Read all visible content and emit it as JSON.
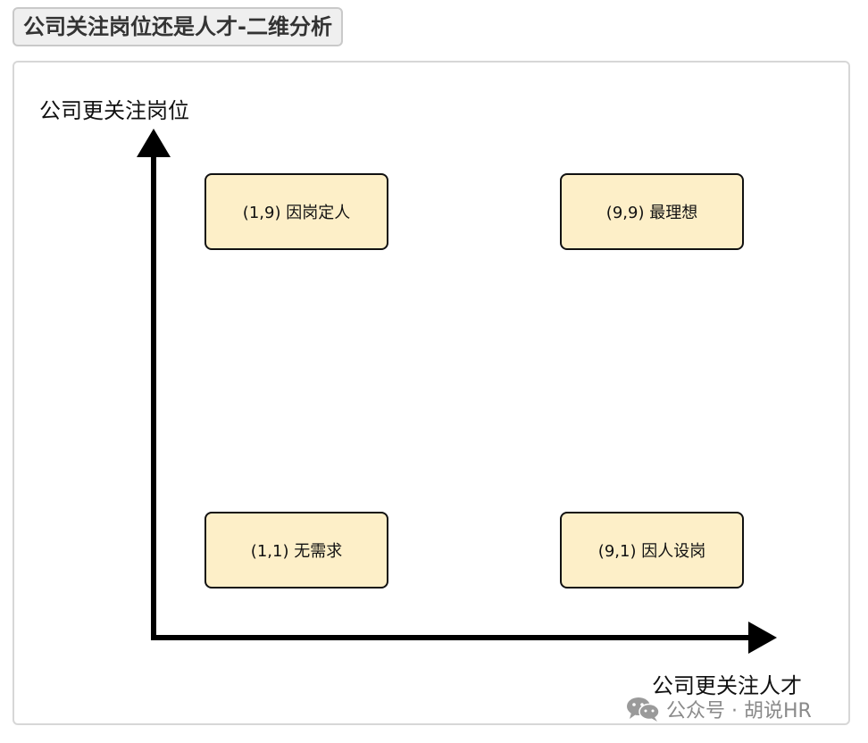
{
  "header": {
    "title": "公司关注岗位还是人才-二维分析"
  },
  "axes": {
    "y_label": "公司更关注岗位",
    "x_label": "公司更关注人才"
  },
  "quadrants": {
    "top_left": "(1,9) 因岗定人",
    "top_right": "(9,9) 最理想",
    "bottom_left": "(1,1) 无需求",
    "bottom_right": "(9,1) 因人设岗"
  },
  "watermark": {
    "icon": "wechat-icon",
    "text": "公众号 · 胡说HR"
  },
  "colors": {
    "box_fill": "#fdefc8",
    "box_border": "#111111",
    "axis": "#000000",
    "watermark": "#8a8a8a"
  }
}
